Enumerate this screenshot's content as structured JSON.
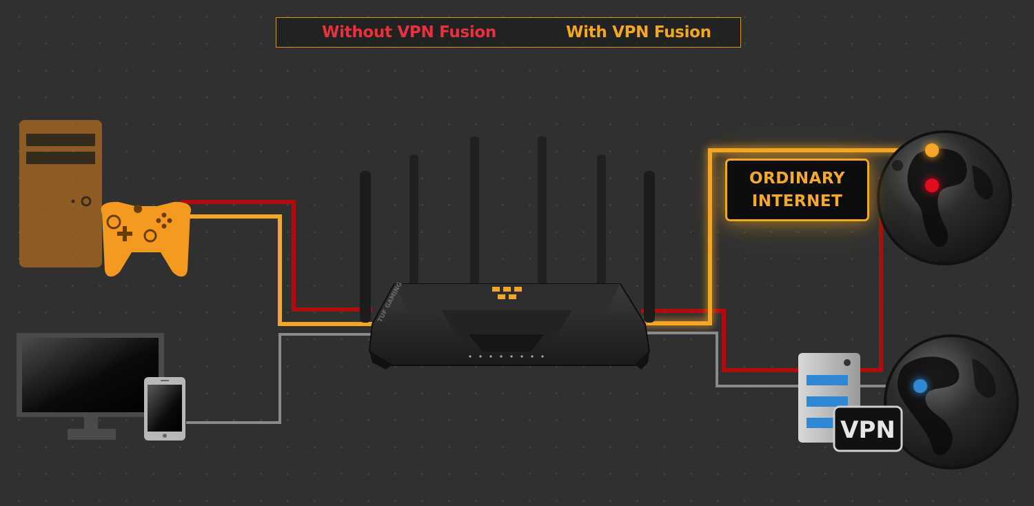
{
  "tabs": {
    "without_vpn_fusion": "Without VPN Fusion",
    "with_vpn_fusion": "With VPN Fusion"
  },
  "labels": {
    "ordinary_internet_line1": "ORDINARY",
    "ordinary_internet_line2": "INTERNET",
    "vpn": "VPN",
    "router_brand": "TUF GAMING"
  },
  "colors": {
    "background": "#303030",
    "red_line": "#b00c0c",
    "orange_line": "#f5a623",
    "gray_line": "#8a8a8a",
    "tab_without": "#e8313f",
    "tab_with": "#f5a623",
    "vpn_endpoint": "#2e88d4",
    "server_drive": "#2e88d4"
  },
  "icons": {
    "pc_tower": "desktop-tower-icon",
    "gamepad": "game-controller-icon",
    "monitor": "monitor-icon",
    "tablet": "tablet-icon",
    "router": "router-icon",
    "server": "server-icon",
    "globe": "globe-icon"
  }
}
